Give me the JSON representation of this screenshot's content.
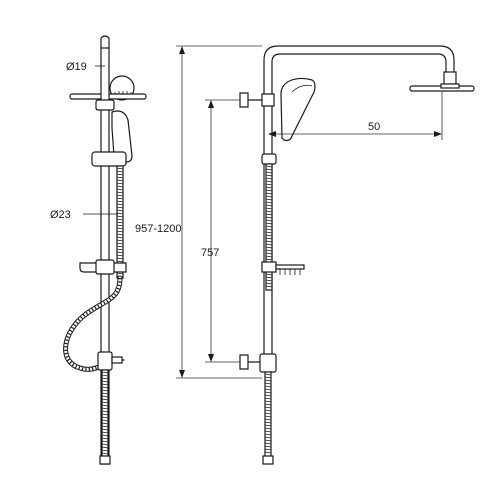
{
  "labels": {
    "head_arm_diameter": "Ø19",
    "riser_diameter": "Ø23",
    "total_height": "957-1200",
    "valve_to_arm": "757",
    "head_offset": "50"
  },
  "colors": {
    "line": "#1a1a1a",
    "background": "#ffffff"
  }
}
